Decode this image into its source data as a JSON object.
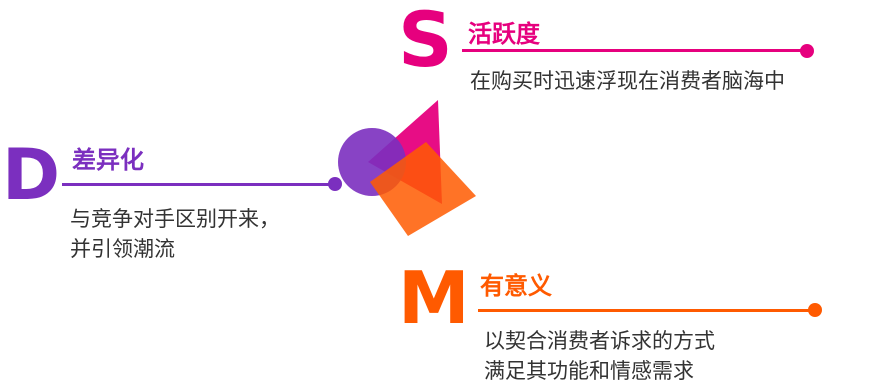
{
  "colors": {
    "s": "#e6007e",
    "d": "#7b2fbf",
    "m": "#ff5a00",
    "text": "#333333"
  },
  "active": {
    "letter": "S",
    "title": "活跃度",
    "desc_lines": [
      "在购买时迅速浮现在消费者脑海中"
    ]
  },
  "differentiation": {
    "letter": "D",
    "title": "差异化",
    "desc_lines": [
      "与竞争对手区别开来，",
      "并引领潮流"
    ]
  },
  "meaningful": {
    "letter": "M",
    "title": "有意义",
    "desc_lines": [
      "以契合消费者诉求的方式",
      "满足其功能和情感需求"
    ]
  }
}
